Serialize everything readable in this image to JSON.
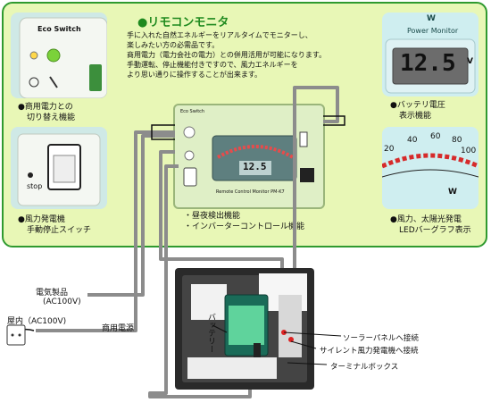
{
  "title": "●リモコンモニタ",
  "description": [
    "手に入れた自然エネルギーをリアルタイムでモニターし、",
    "楽しみたい方の必需品です。",
    "商用電力（電力会社の電力）との併用活用が可能になります。",
    "手動運転、停止機能付きですので、風力エネルギーを",
    "より思い通りに操作することが出来ます。"
  ],
  "eco_switch": {
    "label": "Eco Switch",
    "caption": [
      "●商用電力との",
      "切り替え機能"
    ]
  },
  "stop_switch": {
    "label": "stop",
    "caption": [
      "●風力発電機",
      "手動停止スイッチ"
    ]
  },
  "battery_monitor": {
    "header_w": "W",
    "header_text": "Power Monitor",
    "reading": "12.5",
    "unit": "V",
    "caption": [
      "●バッテリ電圧",
      "表示機能"
    ]
  },
  "bar_monitor": {
    "scale": [
      "20",
      "40",
      "60",
      "80",
      "100"
    ],
    "unit": "W",
    "caption": [
      "●風力、太陽光発電",
      "LEDバーグラフ表示"
    ]
  },
  "monitor_device": {
    "label_eco": "Eco Switch",
    "reading": "12.5",
    "caption": "Remote Control Monitor  PM-K7"
  },
  "feature_lines": [
    "・昼夜検出機能",
    "・インバーターコントロール機能"
  ],
  "labels": {
    "appliance": [
      "電気製品",
      "(AC100V)"
    ],
    "indoor": "屋内（AC100V)",
    "commercial": "商用電源",
    "battery": "バッテリー",
    "solar": "ソーラーパネルへ接続",
    "silent": "サイレント風力発電機へ接続",
    "terminal": "ターミナルボックス"
  },
  "colors": {
    "panel_bg": "#e8f7b6",
    "panel_border": "#2f9a2f",
    "title": "#1f8a1f",
    "lcd": "#6c6c6c"
  }
}
